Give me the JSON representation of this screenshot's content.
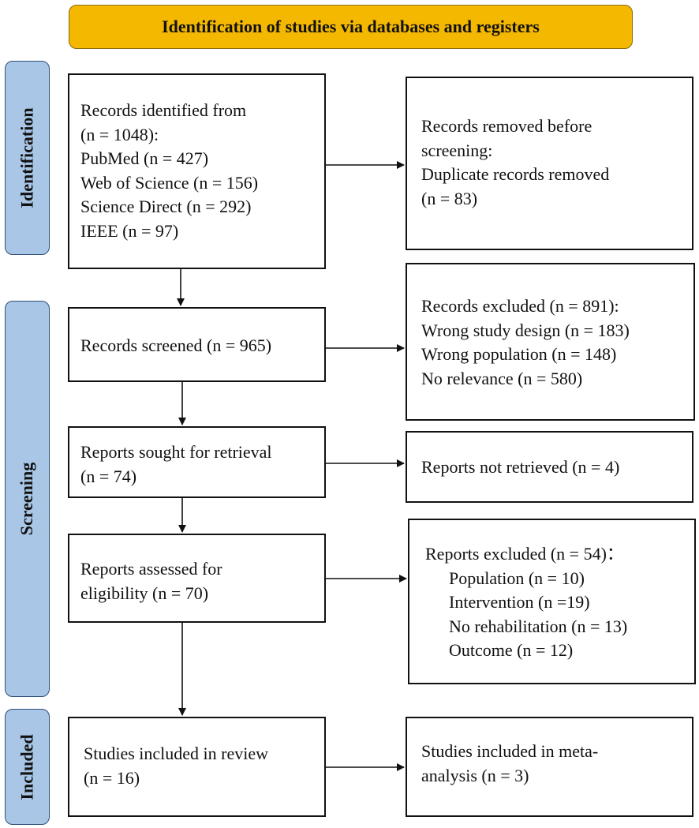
{
  "header": {
    "title": "Identification of studies via databases and registers",
    "color": "#F5B800"
  },
  "phases": {
    "identification": "Identification",
    "screening": "Screening",
    "included": "Included",
    "color": "#A9C6E6"
  },
  "boxes": {
    "records_identified": [
      "Records identified from",
      "(n = 1048):",
      "PubMed (n = 427)",
      "Web of Science (n = 156)",
      "Science Direct (n = 292)",
      "IEEE (n = 97)"
    ],
    "records_removed": [
      "Records removed before",
      "screening:",
      "Duplicate records removed",
      "(n = 83)"
    ],
    "records_screened": [
      "Records screened (n = 965)"
    ],
    "records_excluded": [
      "Records excluded (n = 891):",
      "Wrong study design (n = 183)",
      "Wrong population (n = 148)",
      "No relevance (n = 580)"
    ],
    "reports_sought": [
      "Reports sought for retrieval",
      "(n = 74)"
    ],
    "reports_not_retrieved": [
      "Reports not retrieved (n = 4)"
    ],
    "reports_assessed": [
      "Reports assessed for",
      "eligibility (n = 70)"
    ],
    "reports_excluded": [
      "Reports excluded (n = 54)：",
      "Population (n = 10)",
      "Intervention (n =19)",
      "No rehabilitation (n = 13)",
      "Outcome (n = 12)"
    ],
    "studies_included": [
      "Studies included in review",
      "(n = 16)"
    ],
    "meta_analysis": [
      "Studies included in meta-",
      "analysis (n = 3)"
    ]
  }
}
